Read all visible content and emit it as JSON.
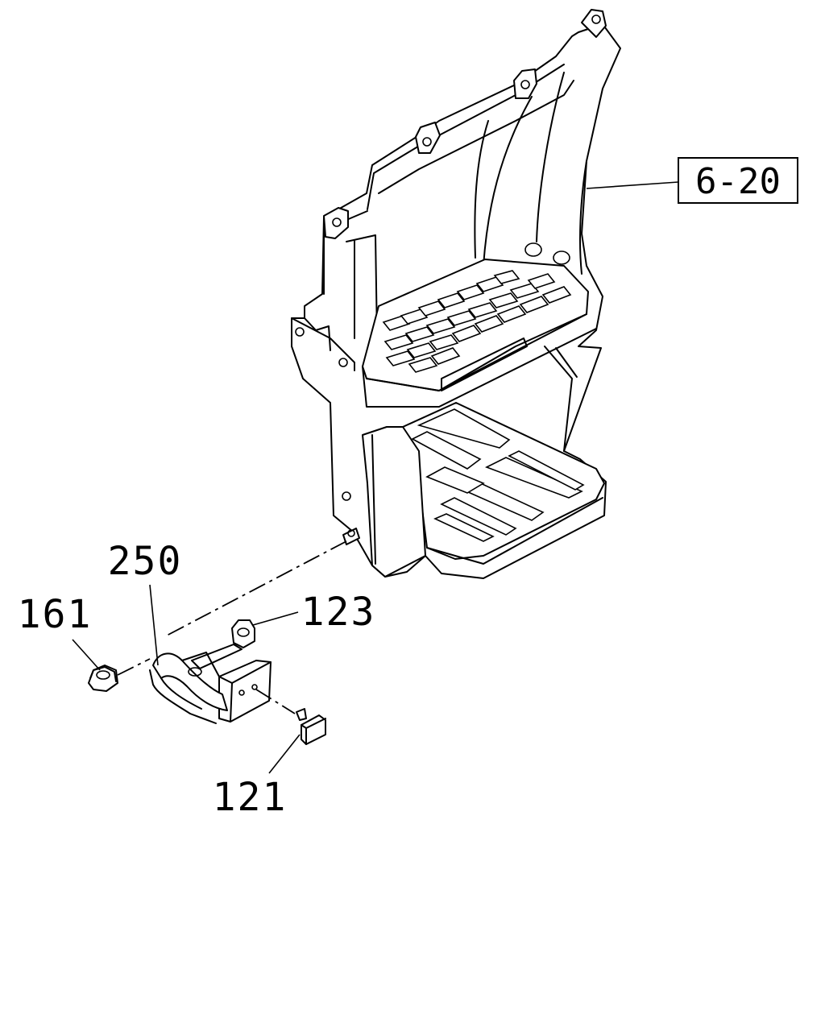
{
  "callouts": {
    "ref_box": "6-20",
    "p250": "250",
    "p161": "161",
    "p123": "123",
    "p121": "121"
  }
}
